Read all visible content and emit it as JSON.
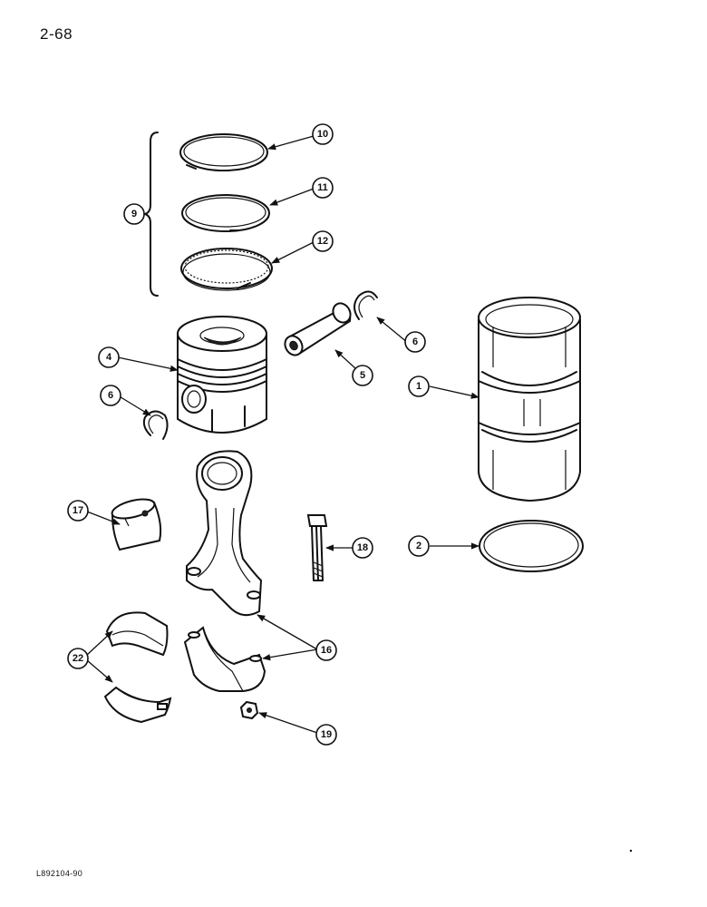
{
  "page_number": "2-68",
  "footer_code": "L892104-90",
  "callouts": {
    "c1": "1",
    "c2": "2",
    "c4": "4",
    "c5": "5",
    "c6a": "6",
    "c6b": "6",
    "c9": "9",
    "c10": "10",
    "c11": "11",
    "c12": "12",
    "c16": "16",
    "c17": "17",
    "c18": "18",
    "c19": "19",
    "c22": "22"
  }
}
